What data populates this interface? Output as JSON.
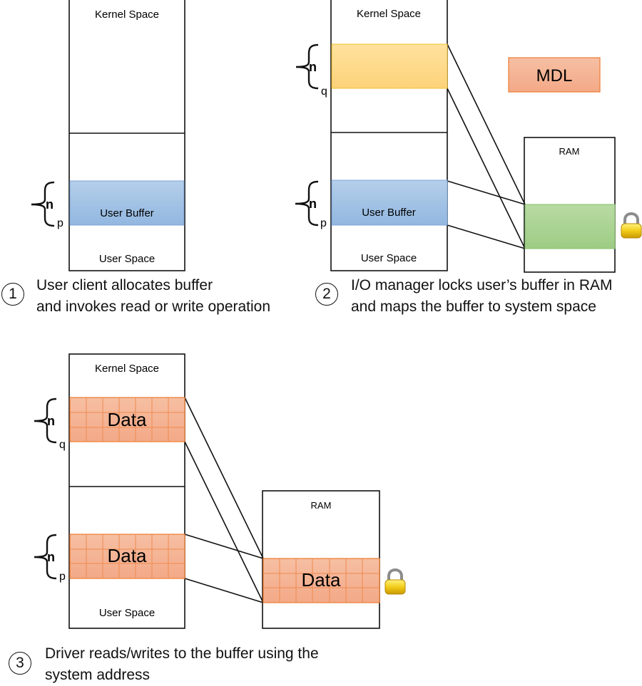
{
  "panels": [
    {
      "step": "1",
      "kernel_label": "Kernel Space",
      "user_label": "User Space",
      "buffer_label": "User Buffer",
      "brace_label": "n",
      "address_label": "p",
      "caption_lines": [
        "User client allocates buffer",
        "and invokes read or write operation"
      ]
    },
    {
      "step": "2",
      "kernel_label": "Kernel Space",
      "user_label": "User Space",
      "buffer_label": "User Buffer",
      "kernel_brace_label": "n",
      "kernel_address_label": "q",
      "user_brace_label": "n",
      "user_address_label": "p",
      "mdl_label": "MDL",
      "ram_label": "RAM",
      "lock_icon": "padlock",
      "caption_lines": [
        "I/O manager locks user’s buffer in RAM",
        "and maps the buffer to system space"
      ]
    },
    {
      "step": "3",
      "kernel_label": "Kernel Space",
      "user_label": "User Space",
      "kernel_data_label": "Data",
      "user_data_label": "Data",
      "ram_data_label": "Data",
      "kernel_brace_label": "n",
      "kernel_address_label": "q",
      "user_brace_label": "n",
      "user_address_label": "p",
      "ram_label": "RAM",
      "lock_icon": "padlock",
      "caption_lines": [
        "Driver reads/writes to the buffer using the",
        "system address"
      ]
    }
  ],
  "colors": {
    "user_buffer": "#9dc3e6",
    "kernel_mapping": "#ffd98a",
    "locked_ram": "#a9d18e",
    "mdl": "#f4b183",
    "data": "#f4b183",
    "data_grid": "#ed7d31"
  }
}
